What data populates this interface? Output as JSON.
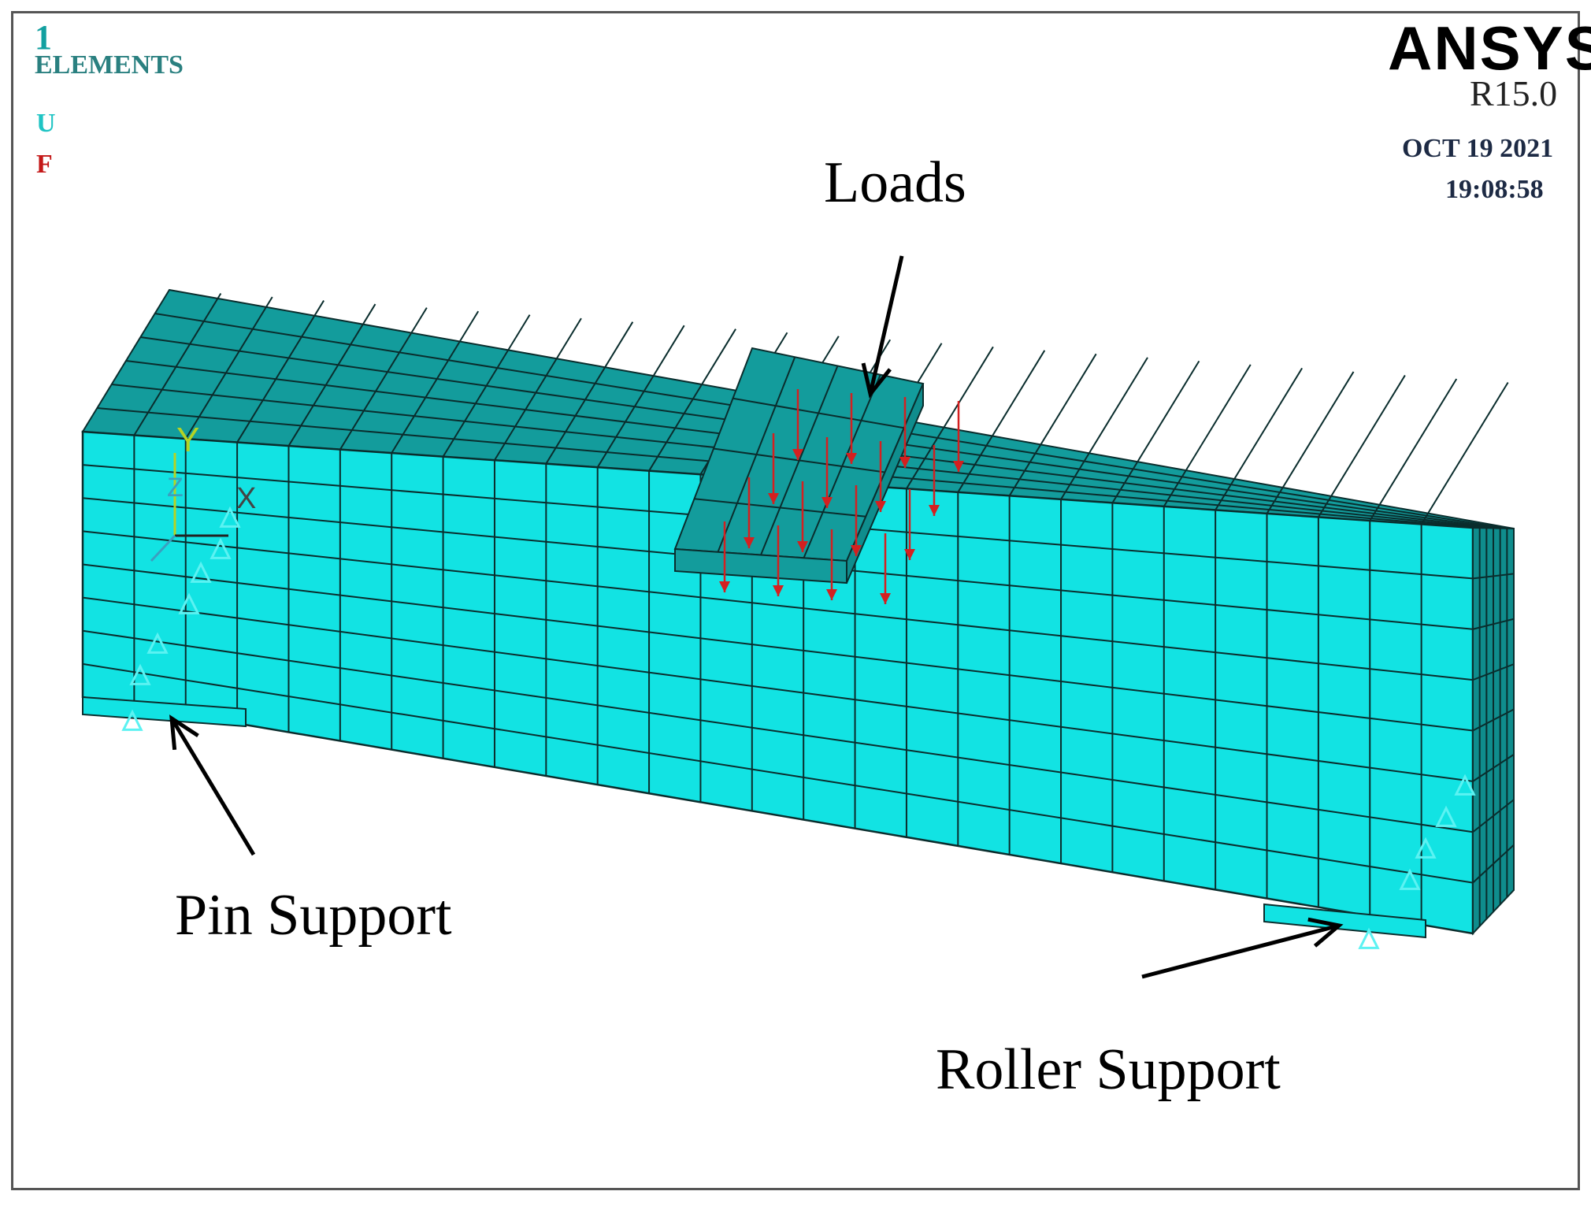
{
  "header": {
    "window_number": "1",
    "plot_type": "ELEMENTS",
    "product": "ANSYS",
    "version": "R15.0",
    "date": "OCT 19 2021",
    "time": "19:08:58"
  },
  "legend": {
    "items": [
      {
        "symbol": "U",
        "color": "#1fc4c4"
      },
      {
        "symbol": "F",
        "color": "#c41818"
      }
    ]
  },
  "triad": {
    "y_label": "Y",
    "z_label": "Z",
    "x_label": "X"
  },
  "callouts": {
    "loads": "Loads",
    "pin_support": "Pin Support",
    "roller_support": "Roller Support"
  },
  "colors": {
    "front_face": "#12e3e3",
    "top_face": "#139c9c",
    "side_face": "#0f8d8d",
    "mesh_line": "#0a2d2d",
    "load_arrow": "#d42020",
    "support_symbol": "#5cf2f2"
  }
}
